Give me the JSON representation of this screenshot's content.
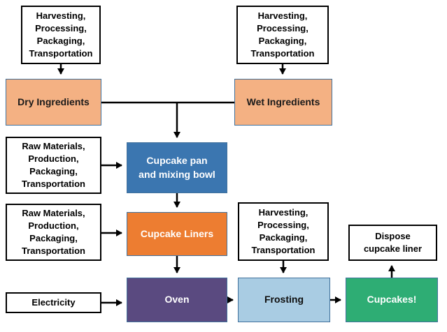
{
  "title": "Cupcake life cycle flowchart",
  "colors": {
    "peach": "#F4B183",
    "blue": "#3B76B0",
    "orange": "#ED7D31",
    "purple": "#5A4A80",
    "light_blue": "#A9CCE3",
    "green": "#2EAD74",
    "white_box_border": "#000000",
    "arrow": "#000000"
  },
  "nodes": {
    "top_left_process": {
      "label": "Harvesting,\nProcessing,\nPackaging,\nTransportation"
    },
    "top_right_process": {
      "label": "Harvesting,\nProcessing,\nPackaging,\nTransportation"
    },
    "dry_ingredients": {
      "label": "Dry Ingredients"
    },
    "wet_ingredients": {
      "label": "Wet Ingredients"
    },
    "raw_materials_pan": {
      "label": "Raw Materials,\nProduction,\nPackaging,\nTransportation"
    },
    "cupcake_pan": {
      "label": "Cupcake pan\nand mixing bowl"
    },
    "raw_materials_liners": {
      "label": "Raw Materials,\nProduction,\nPackaging,\nTransportation"
    },
    "cupcake_liners": {
      "label": "Cupcake Liners"
    },
    "frosting_process": {
      "label": "Harvesting,\nProcessing,\nPackaging,\nTransportation"
    },
    "electricity": {
      "label": "Electricity"
    },
    "oven": {
      "label": "Oven"
    },
    "frosting": {
      "label": "Frosting"
    },
    "dispose_liner": {
      "label": "Dispose\ncupcake liner"
    },
    "cupcakes": {
      "label": "Cupcakes!"
    }
  },
  "edges": [
    {
      "from": "top_left_process",
      "to": "dry_ingredients"
    },
    {
      "from": "top_right_process",
      "to": "wet_ingredients"
    },
    {
      "from": "dry_ingredients+wet_ingredients",
      "to": "cupcake_pan"
    },
    {
      "from": "raw_materials_pan",
      "to": "cupcake_pan"
    },
    {
      "from": "cupcake_pan",
      "to": "cupcake_liners"
    },
    {
      "from": "raw_materials_liners",
      "to": "cupcake_liners"
    },
    {
      "from": "cupcake_liners",
      "to": "oven"
    },
    {
      "from": "electricity",
      "to": "oven"
    },
    {
      "from": "frosting_process",
      "to": "frosting"
    },
    {
      "from": "oven",
      "to": "frosting"
    },
    {
      "from": "frosting",
      "to": "cupcakes"
    },
    {
      "from": "cupcakes",
      "to": "dispose_liner"
    }
  ]
}
